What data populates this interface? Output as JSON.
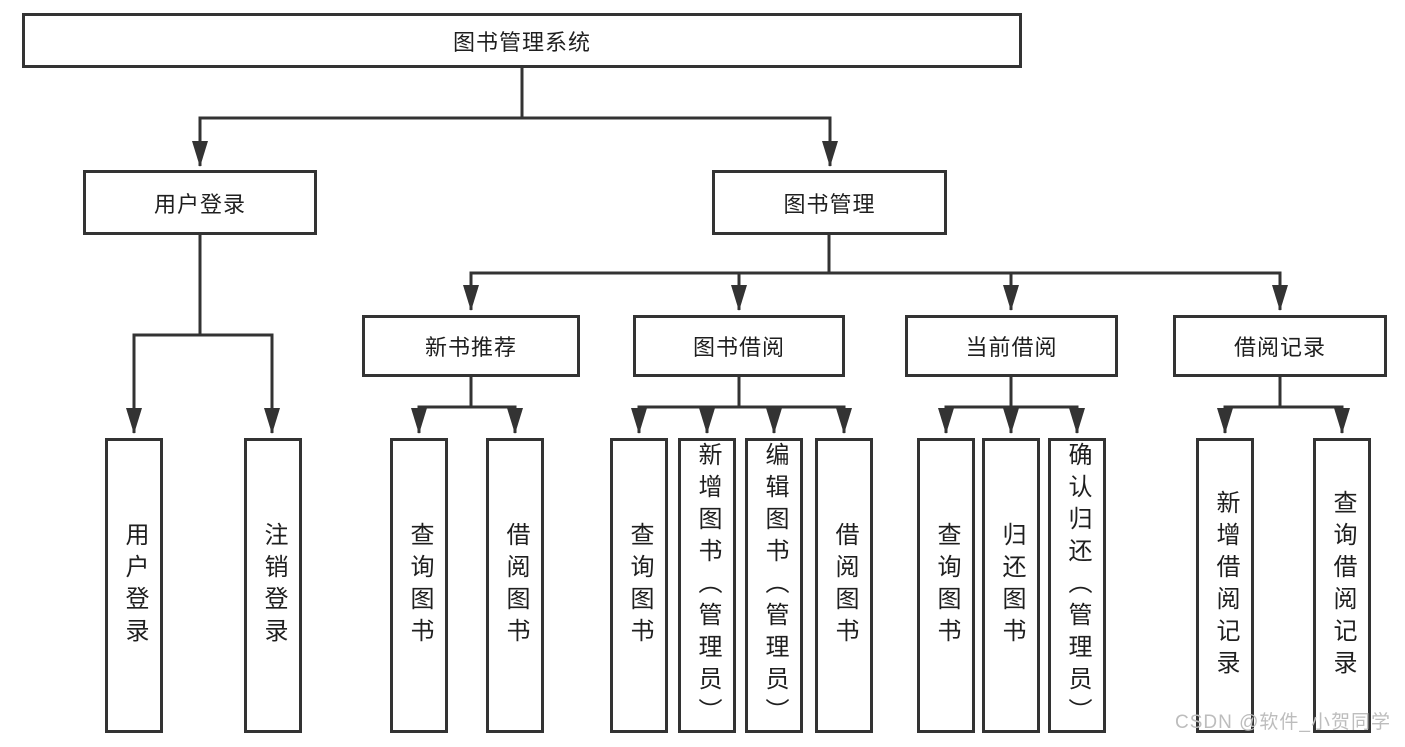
{
  "diagram": {
    "root": {
      "label": "图书管理系统"
    },
    "level2": [
      {
        "label": "用户登录"
      },
      {
        "label": "图书管理"
      }
    ],
    "user_login_children": [
      {
        "label": "用户登录"
      },
      {
        "label": "注销登录"
      }
    ],
    "groups": [
      {
        "label": "新书推荐",
        "children": [
          {
            "label": "查询图书"
          },
          {
            "label": "借阅图书"
          }
        ]
      },
      {
        "label": "图书借阅",
        "children": [
          {
            "label": "查询图书"
          },
          {
            "label": "新增图书（管理员）"
          },
          {
            "label": "编辑图书（管理员）"
          },
          {
            "label": "借阅图书"
          }
        ]
      },
      {
        "label": "当前借阅",
        "children": [
          {
            "label": "查询图书"
          },
          {
            "label": "归还图书"
          },
          {
            "label": "确认归还（管理员）"
          }
        ]
      },
      {
        "label": "借阅记录",
        "children": [
          {
            "label": "新增借阅记录"
          },
          {
            "label": "查询借阅记录"
          }
        ]
      }
    ]
  },
  "watermark": {
    "text": "CSDN @软件_小贺同学"
  },
  "colors": {
    "line": "#333333",
    "box_border": "#333333",
    "text": "#1f1f1f",
    "background": "#ffffff",
    "watermark": "#bdbdbd"
  }
}
